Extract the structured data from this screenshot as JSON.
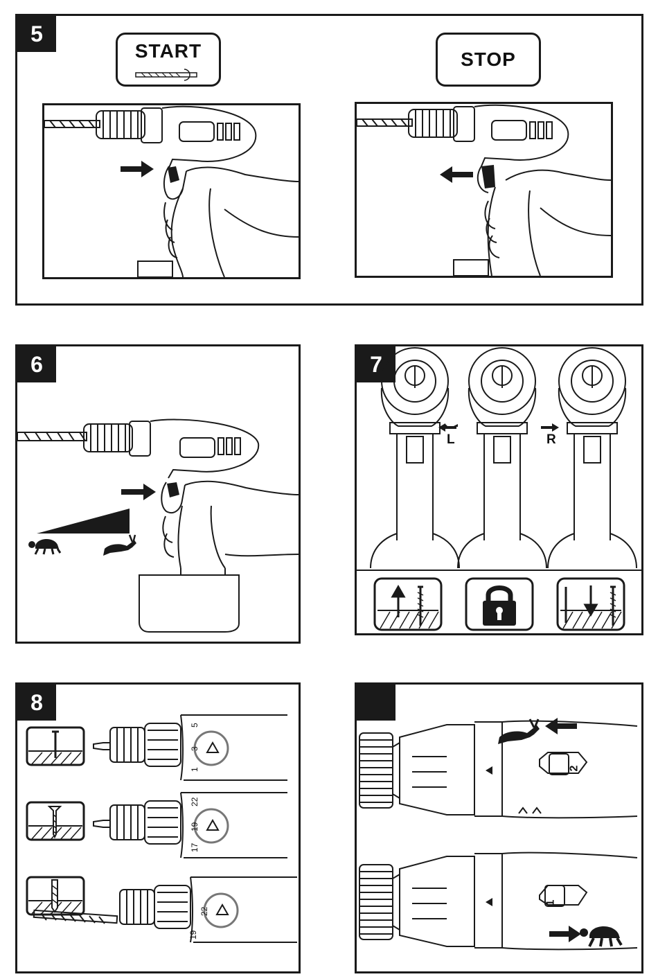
{
  "panel5": {
    "badge": "5",
    "start_label": "START",
    "stop_label": "STOP"
  },
  "panel6": {
    "badge": "6",
    "slow_icon": "turtle-icon",
    "fast_icon": "hare-icon"
  },
  "panel7": {
    "badge": "7",
    "left_label": "L",
    "right_label": "R",
    "modes": [
      "reverse-screw-out-icon",
      "lock-icon",
      "forward-screw-in-icon"
    ]
  },
  "panel8": {
    "badge": "8",
    "settings": [
      {
        "numbers": [
          "1",
          "3",
          "5"
        ],
        "use": "nail-icon"
      },
      {
        "numbers": [
          "17",
          "19",
          "22"
        ],
        "use": "screw-icon"
      },
      {
        "numbers": [
          "22",
          "19"
        ],
        "use": "drill-bit-icon"
      }
    ]
  },
  "panel9": {
    "badge": "",
    "gear_high": "2",
    "gear_low": "1",
    "high_icon": "hare-icon",
    "low_icon": "turtle-icon"
  },
  "colors": {
    "ink": "#1a1a1a",
    "paper": "#ffffff",
    "highlight_ring": "#777777"
  }
}
